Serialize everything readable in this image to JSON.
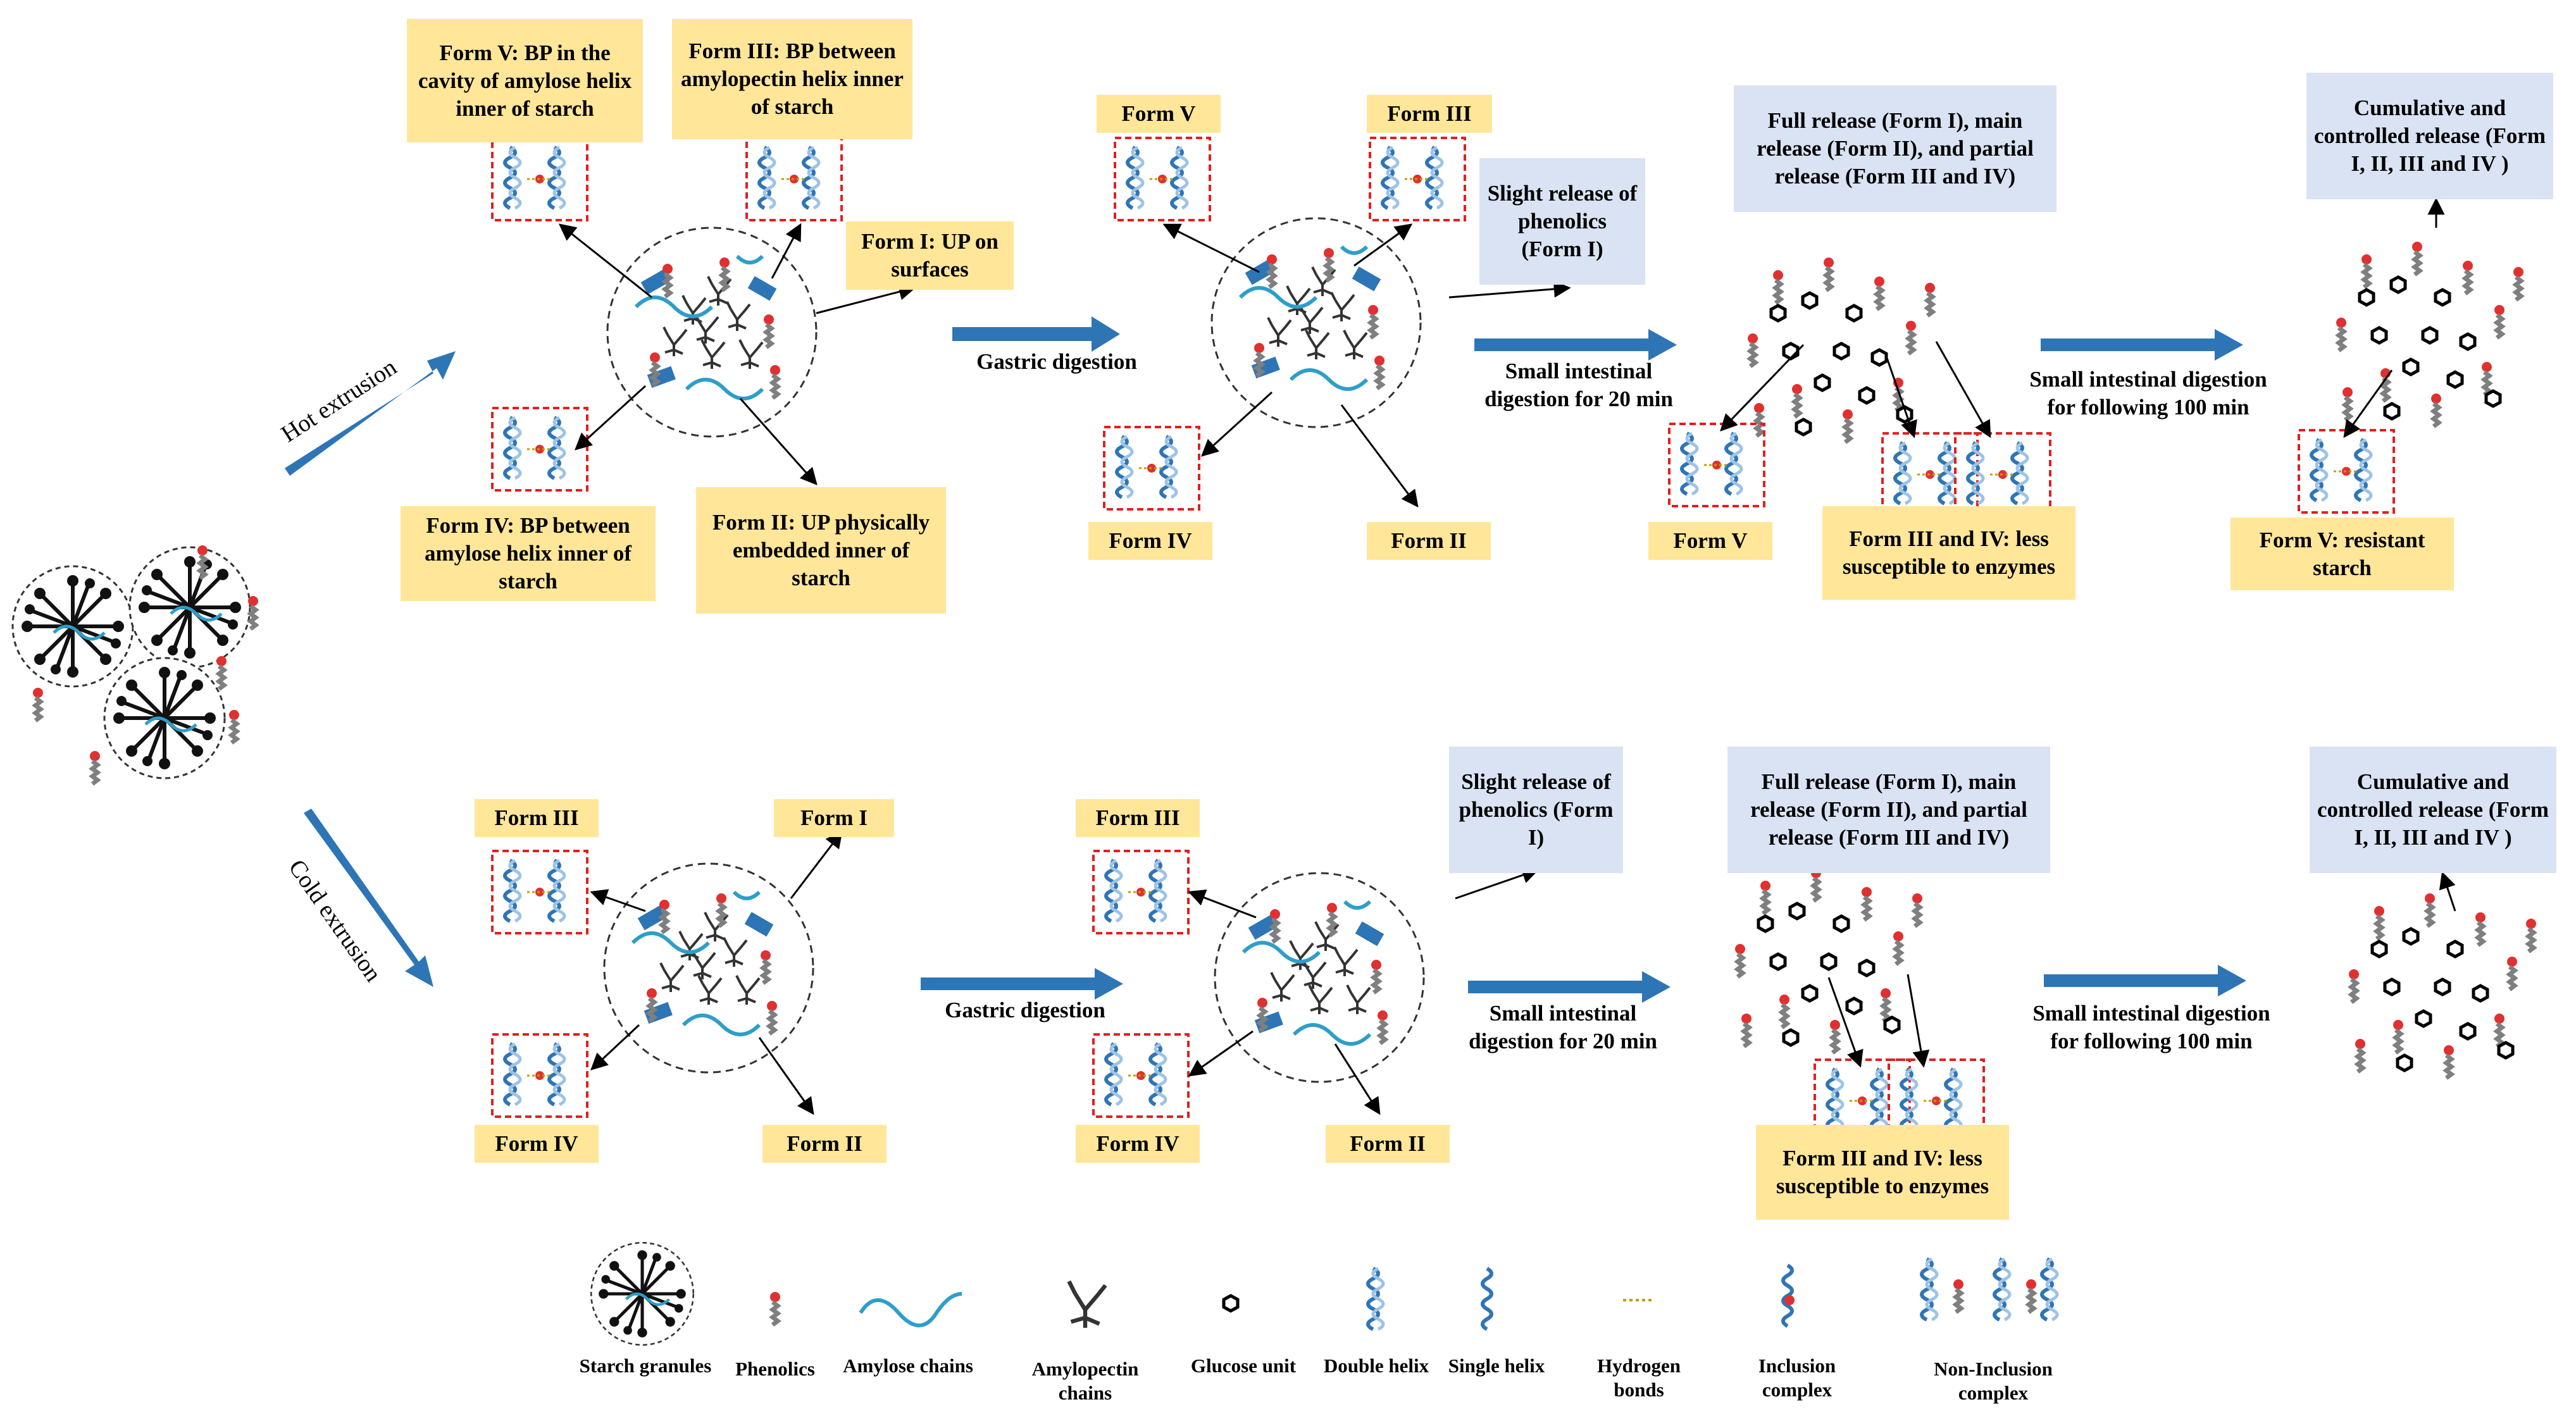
{
  "flow_labels": {
    "hot_extrusion": "Hot extrusion",
    "cold_extrusion": "Cold extrusion",
    "gastric": "Gastric digestion",
    "small_20": "Small intestinal digestion for 20 min",
    "small_100": "Small intestinal digestion for following 100 min"
  },
  "hot_initial": {
    "form_v": "Form V: BP in the cavity of amylose helix inner of starch",
    "form_iii": "Form III: BP between amylopectin helix inner of starch",
    "form_i": "Form I: UP on surfaces",
    "form_iv": "Form IV: BP between amylose helix inner of starch",
    "form_ii": "Form II: UP physically embedded inner of starch"
  },
  "hot_gastric": {
    "form_v": "Form V",
    "form_iii": "Form III",
    "form_iv": "Form IV",
    "form_ii": "Form II",
    "slight_release": "Slight release of phenolics (Form I)"
  },
  "hot_small20": {
    "release": "Full release (Form I), main release (Form II), and partial release (Form III and IV)",
    "form_v": "Form V",
    "form_iii_iv": "Form III and IV: less susceptible to enzymes"
  },
  "hot_small100": {
    "release": "Cumulative and controlled release (Form I, II, III and IV )",
    "form_v": "Form V: resistant starch"
  },
  "cold_initial": {
    "form_iii": "Form III",
    "form_i": "Form I",
    "form_iv": "Form IV",
    "form_ii": "Form II"
  },
  "cold_gastric": {
    "form_iii": "Form III",
    "form_iv": "Form IV",
    "form_ii": "Form II",
    "slight_release": "Slight release of phenolics (Form I)"
  },
  "cold_small20": {
    "release": "Full release (Form I), main release (Form II), and partial release (Form III and IV)",
    "form_iii_iv": "Form III and IV: less susceptible to enzymes"
  },
  "cold_small100": {
    "release": "Cumulative and controlled release (Form I, II, III and IV )"
  },
  "legend": [
    {
      "label": "Starch granules",
      "icon": "starch-granule-icon"
    },
    {
      "label": "Phenolics",
      "icon": "phenolic-icon"
    },
    {
      "label": "Amylose chains",
      "icon": "amylose-chain-icon"
    },
    {
      "label": "Amylopectin chains",
      "icon": "amylopectin-chain-icon"
    },
    {
      "label": "Glucose unit",
      "icon": "glucose-unit-icon"
    },
    {
      "label": "Double helix",
      "icon": "double-helix-icon"
    },
    {
      "label": "Single helix",
      "icon": "single-helix-icon"
    },
    {
      "label": "Hydrogen bonds",
      "icon": "hydrogen-bond-icon"
    },
    {
      "label": "Inclusion complex",
      "icon": "inclusion-complex-icon"
    },
    {
      "label": "Non-Inclusion complex",
      "icon": "non-inclusion-complex-icon"
    }
  ],
  "colors": {
    "yellow_box": "#ffe699",
    "blue_box": "#dae3f3",
    "arrow_blue": "#2e75b6",
    "helix_blue": "#2e75b6",
    "phenolic_red": "#e03030",
    "phenolic_gray": "#7f7f7f",
    "amylose_teal": "#2e9ec9",
    "dashed_red": "#e02020"
  }
}
